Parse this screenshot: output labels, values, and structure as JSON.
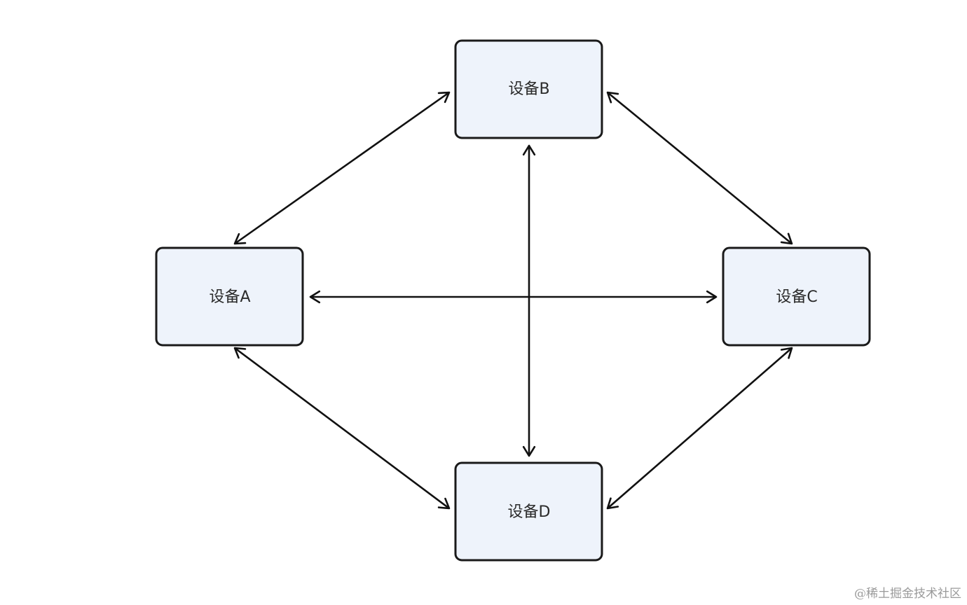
{
  "nodes": {
    "a": {
      "label": "设备A"
    },
    "b": {
      "label": "设备B"
    },
    "c": {
      "label": "设备C"
    },
    "d": {
      "label": "设备D"
    }
  },
  "edges": [
    {
      "from": "a",
      "to": "b",
      "direction": "both"
    },
    {
      "from": "b",
      "to": "c",
      "direction": "both"
    },
    {
      "from": "a",
      "to": "c",
      "direction": "both"
    },
    {
      "from": "b",
      "to": "d",
      "direction": "both"
    },
    {
      "from": "a",
      "to": "d",
      "direction": "both"
    },
    {
      "from": "c",
      "to": "d",
      "direction": "both"
    }
  ],
  "colors": {
    "node_fill": "#eef3fb",
    "node_stroke": "#1a1a1a",
    "edge": "#111111"
  },
  "watermark": "@稀土掘金技术社区"
}
